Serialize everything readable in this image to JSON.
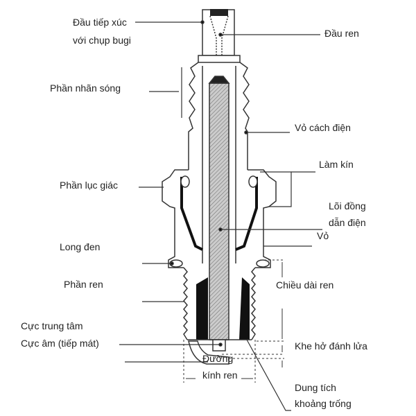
{
  "labels": {
    "terminal_contact": [
      "Đầu tiếp xúc",
      "với chụp bugi"
    ],
    "terminal_thread": "Đầu ren",
    "ribs": "Phần nhãn sóng",
    "insulator": "Vỏ cách điện",
    "seal": "Làm kín",
    "hex": "Phần lục giác",
    "copper_core": [
      "Lõi đồng",
      "dẫn điện"
    ],
    "shell": "Vỏ",
    "gasket": "Long đen",
    "thread": "Phần ren",
    "thread_length": "Chiều dài ren",
    "center_electrode": "Cực trung tâm",
    "ground_electrode": "Cực âm (tiếp mát)",
    "spark_gap": "Khe hở đánh lửa",
    "thread_diameter": [
      "Đường",
      "kính ren"
    ],
    "gap_volume": [
      "Dung tích",
      "khoảng trống"
    ]
  }
}
